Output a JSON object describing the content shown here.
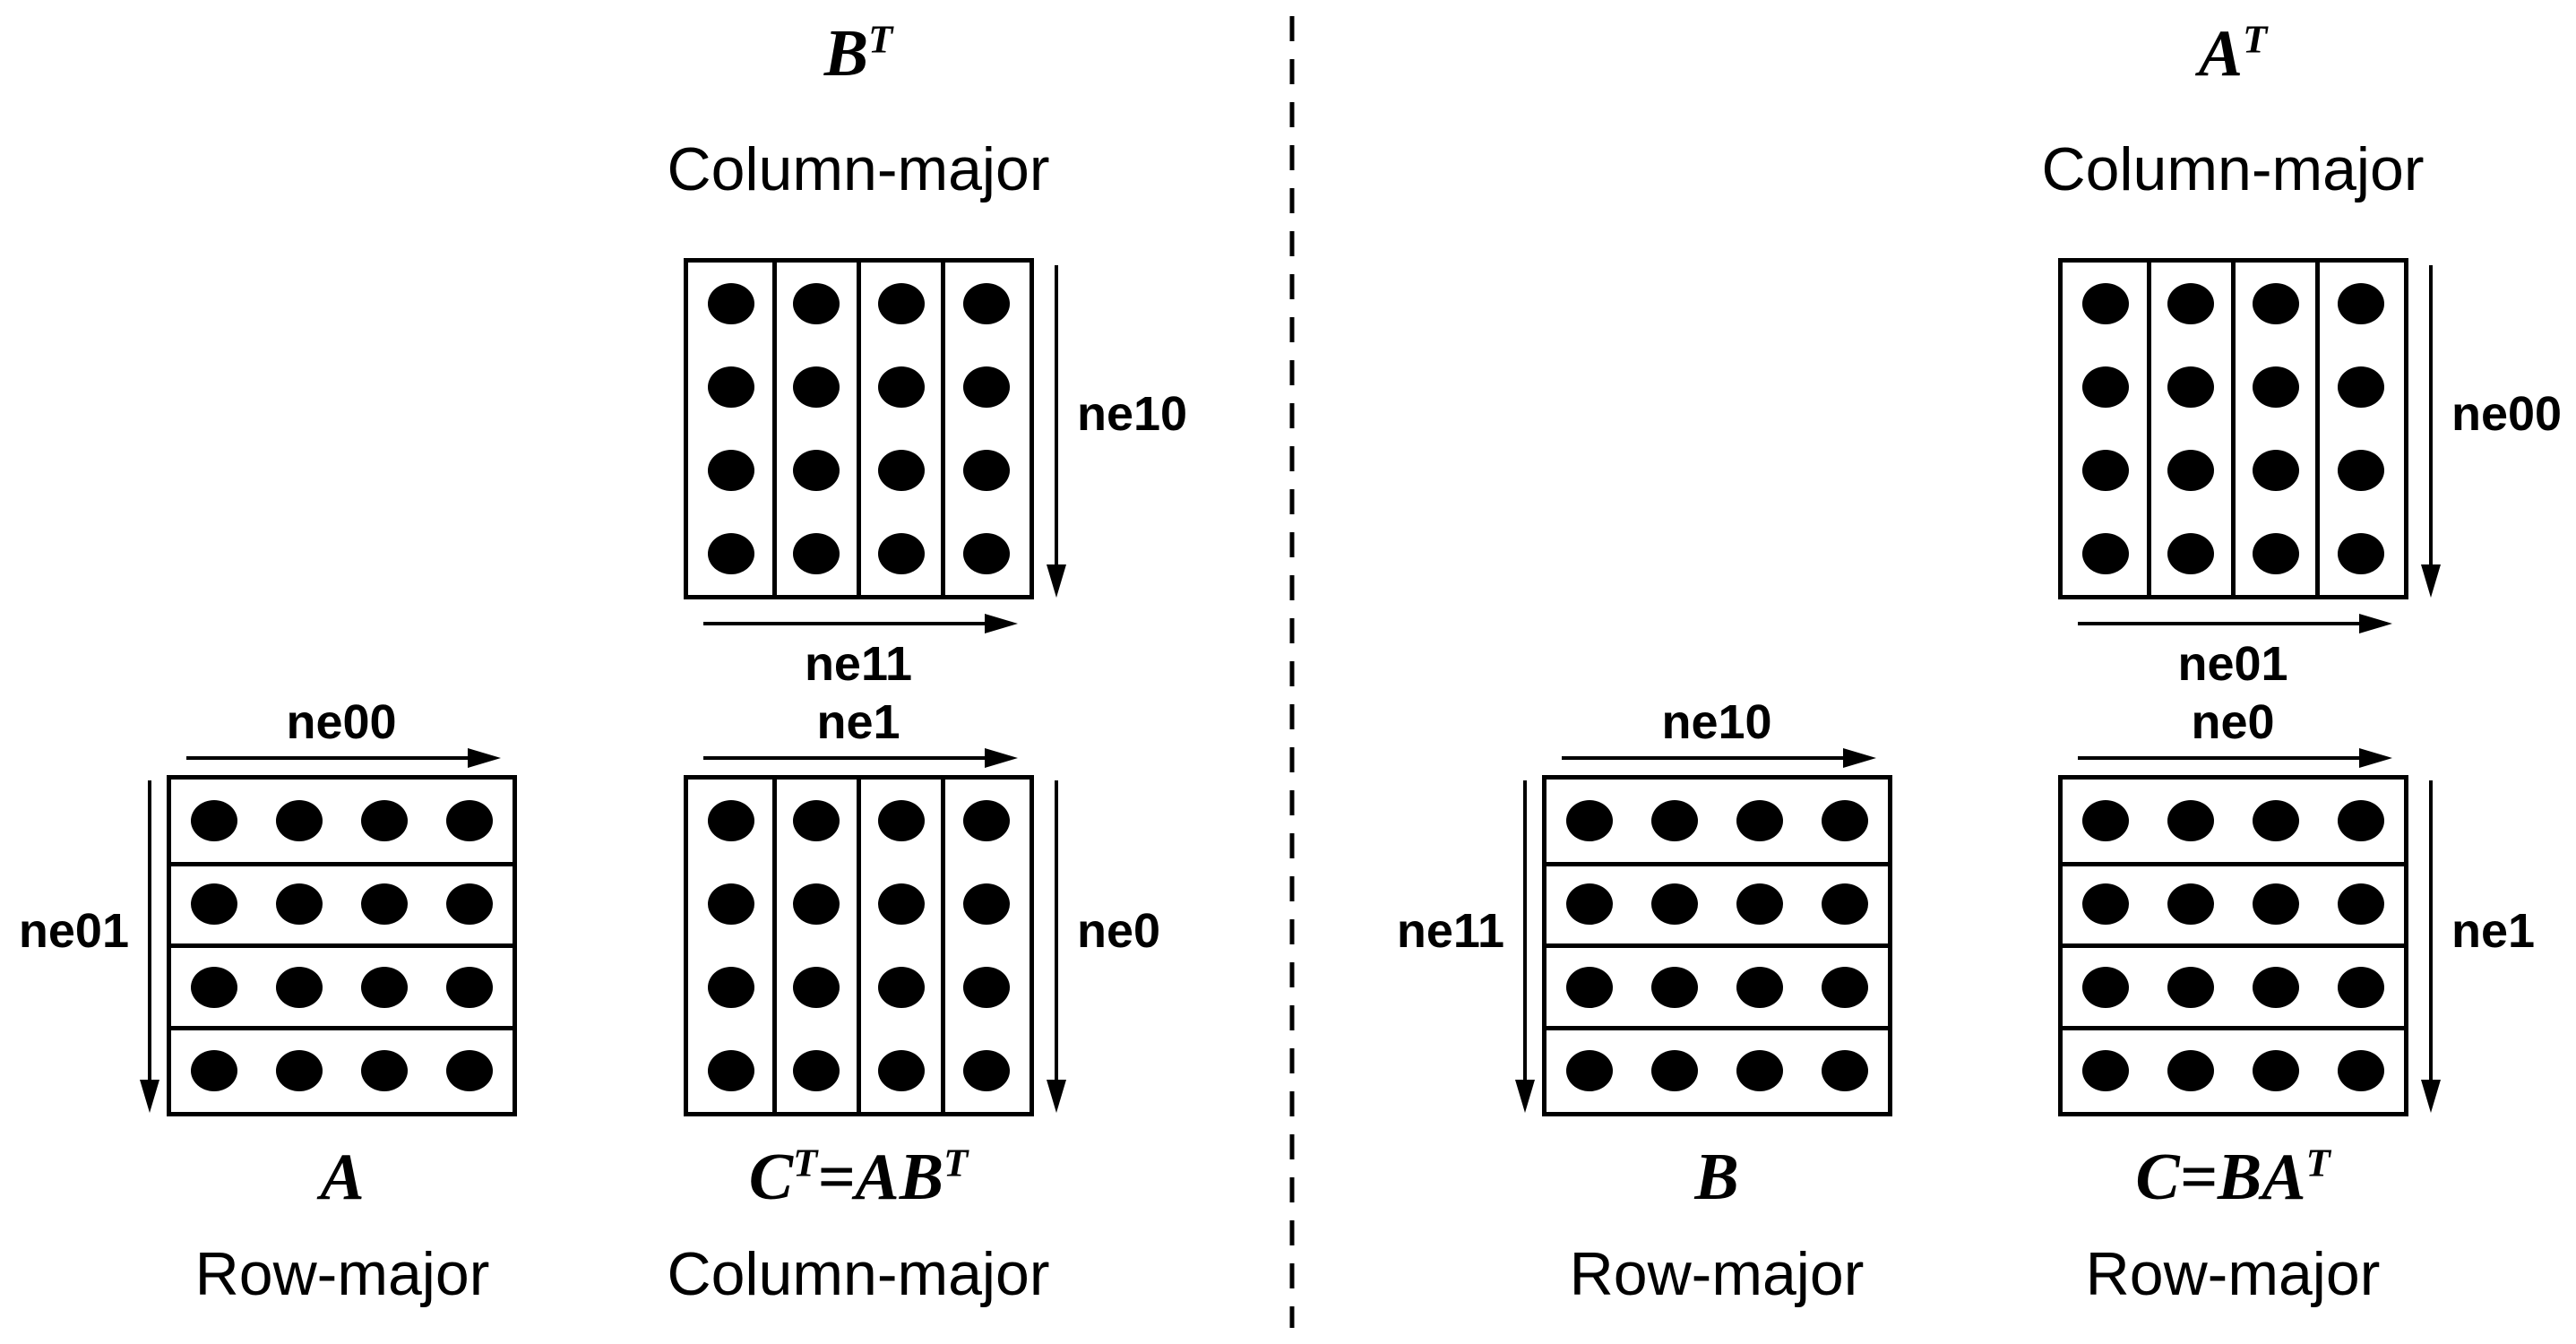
{
  "figure": {
    "dot_rows": 4,
    "dot_cols": 4,
    "divider_style": "dashed"
  },
  "colors": {
    "ink": "#000000",
    "background": "#ffffff"
  },
  "matrices": {
    "bt": {
      "seg1": "B",
      "sup1": "T",
      "seg2": "",
      "sup2": "",
      "storage": "Column-major",
      "grid": "column",
      "right_arrow_label": "ne10",
      "bottom_arrow_label": "ne11"
    },
    "a": {
      "seg1": "A",
      "sup1": "",
      "seg2": "",
      "sup2": "",
      "storage": "Row-major",
      "grid": "row",
      "top_arrow_label": "ne00",
      "left_arrow_label": "ne01"
    },
    "ct": {
      "seg1": "C",
      "sup1": "T",
      "seg2": "=AB",
      "sup2": "T",
      "storage": "Column-major",
      "grid": "column",
      "top_arrow_label": "ne1",
      "right_arrow_label": "ne0"
    },
    "b": {
      "seg1": "B",
      "sup1": "",
      "seg2": "",
      "sup2": "",
      "storage": "Row-major",
      "grid": "row",
      "top_arrow_label": "ne10",
      "left_arrow_label": "ne11"
    },
    "at": {
      "seg1": "A",
      "sup1": "T",
      "seg2": "",
      "sup2": "",
      "storage": "Column-major",
      "grid": "column",
      "right_arrow_label": "ne00",
      "bottom_arrow_label": "ne01"
    },
    "c": {
      "seg1": "C=BA",
      "sup1": "T",
      "seg2": "",
      "sup2": "",
      "storage": "Row-major",
      "grid": "row",
      "top_arrow_label": "ne0",
      "right_arrow_label": "ne1"
    }
  }
}
